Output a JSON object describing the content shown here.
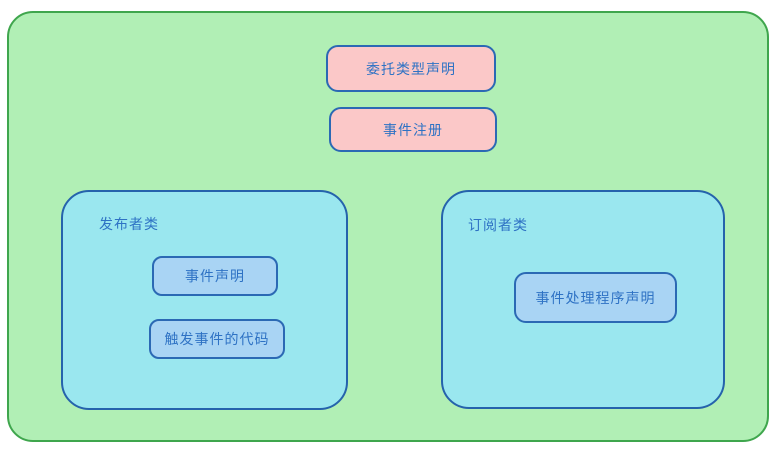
{
  "colors": {
    "page_bg": "#ffffff",
    "container_fill": "#b1efb5",
    "container_border": "#3fa64d",
    "pink_fill": "#fbc8c8",
    "cyan_fill": "#9ae7ef",
    "cyan_border": "#2563ac",
    "inner_fill": "#a9d4f4",
    "blue_border": "#2b69b4",
    "text_blue": "#2e72c4"
  },
  "diagram": {
    "top_boxes": [
      {
        "label": "委托类型声明"
      },
      {
        "label": "事件注册"
      }
    ],
    "publisher": {
      "title": "发布者类",
      "children": [
        {
          "label": "事件声明"
        },
        {
          "label": "触发事件的代码"
        }
      ]
    },
    "subscriber": {
      "title": "订阅者类",
      "children": [
        {
          "label": "事件处理程序声明"
        }
      ]
    }
  }
}
